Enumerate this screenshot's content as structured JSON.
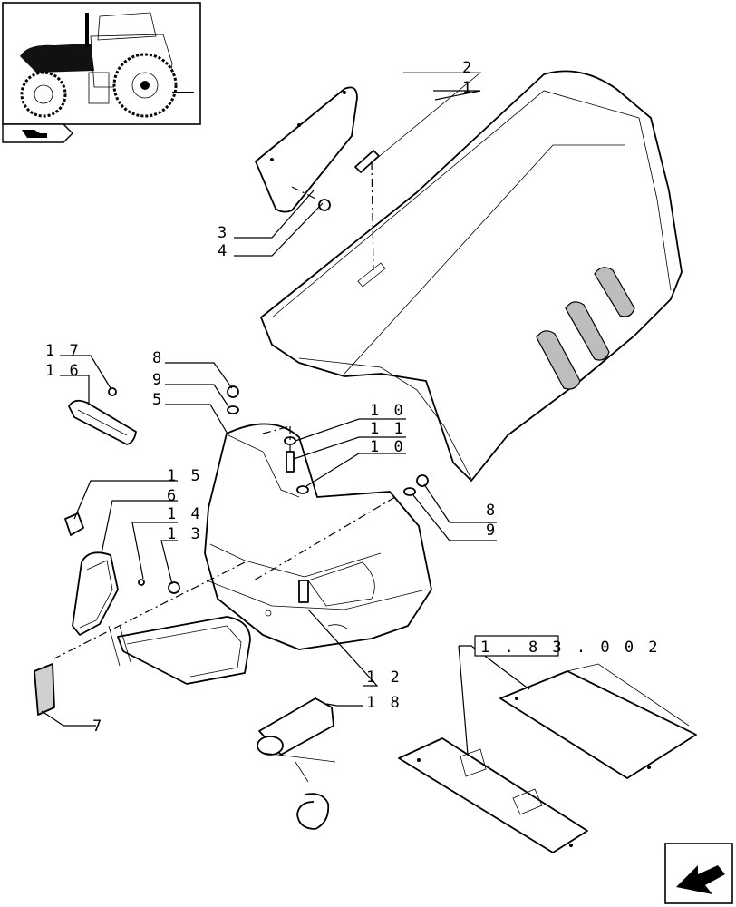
{
  "callouts": {
    "c1": "1",
    "c2": "2",
    "c3": "3",
    "c4": "4",
    "c5": "5",
    "c6": "6",
    "c7": "7",
    "c8a": "8",
    "c8b": "8",
    "c9a": "9",
    "c9b": "9",
    "c10a": "1 0",
    "c10b": "1 0",
    "c11": "1 1",
    "c12": "1 2",
    "c13": "1 3",
    "c14": "1 4",
    "c15": "1 5",
    "c16": "1 6",
    "c17": "1 7",
    "c18": "1 8"
  },
  "reference_box": "1 . 8 3 . 0   0 2",
  "icons": {
    "thumbnail": "tractor-thumbnail-icon",
    "section": "section-tag-icon",
    "next": "next-page-arrow-icon"
  }
}
